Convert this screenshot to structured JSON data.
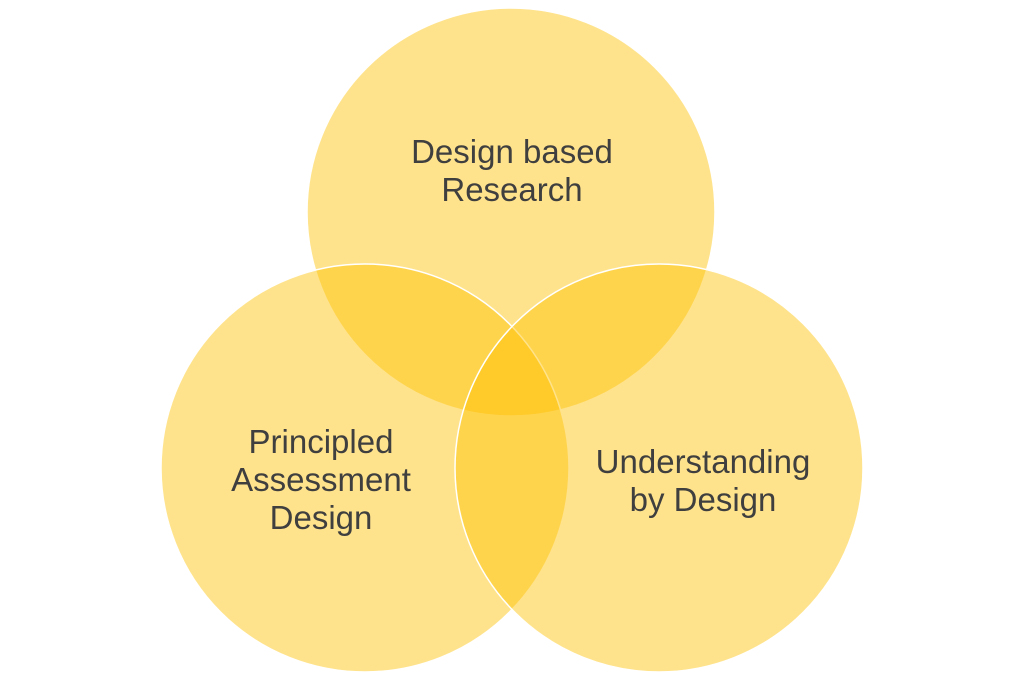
{
  "diagram": {
    "type": "venn",
    "fill_color": "#ffc000",
    "fill_opacity": 0.45,
    "stroke_color": "#ffffff",
    "text_color": "#3f3f3f",
    "circles": [
      {
        "id": "top",
        "label_lines": [
          "Design based",
          "Research"
        ]
      },
      {
        "id": "left",
        "label_lines": [
          "Principled",
          "Assessment",
          "Design"
        ]
      },
      {
        "id": "right",
        "label_lines": [
          "Understanding",
          "by Design"
        ]
      }
    ]
  }
}
